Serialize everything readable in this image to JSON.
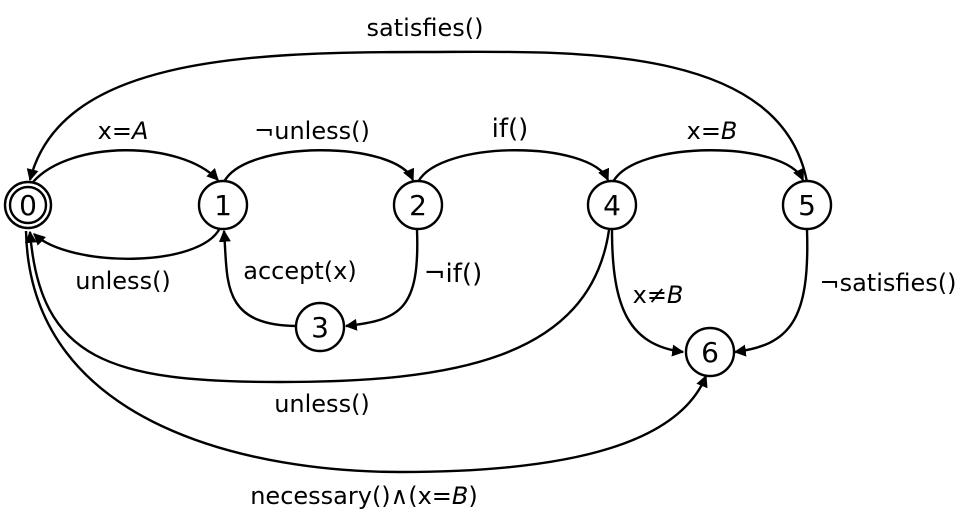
{
  "nodes": [
    {
      "id": "0",
      "label": "0",
      "accepting": true
    },
    {
      "id": "1",
      "label": "1"
    },
    {
      "id": "2",
      "label": "2"
    },
    {
      "id": "3",
      "label": "3"
    },
    {
      "id": "4",
      "label": "4"
    },
    {
      "id": "5",
      "label": "5"
    },
    {
      "id": "6",
      "label": "6"
    }
  ],
  "edges": [
    {
      "from": "5",
      "to": "0",
      "label": [
        "satisfies()"
      ]
    },
    {
      "from": "0",
      "to": "1",
      "label": [
        "x=",
        "A"
      ]
    },
    {
      "from": "1",
      "to": "2",
      "label": [
        "¬unless()"
      ]
    },
    {
      "from": "2",
      "to": "4",
      "label": [
        "if()"
      ]
    },
    {
      "from": "4",
      "to": "5",
      "label": [
        "x=",
        "B"
      ]
    },
    {
      "from": "1",
      "to": "0",
      "label": [
        "unless()"
      ]
    },
    {
      "from": "3",
      "to": "1",
      "label": [
        "accept(x)"
      ]
    },
    {
      "from": "2",
      "to": "3",
      "label": [
        "¬if()"
      ]
    },
    {
      "from": "4",
      "to": "6",
      "label": [
        "x≠",
        "B"
      ]
    },
    {
      "from": "5",
      "to": "6",
      "label": [
        "¬satisfies()"
      ]
    },
    {
      "from": "4",
      "to": "0",
      "label": [
        "unless()"
      ]
    },
    {
      "from": "0",
      "to": "6",
      "label": [
        "necessary()∧(x=",
        "B",
        ")"
      ]
    }
  ]
}
